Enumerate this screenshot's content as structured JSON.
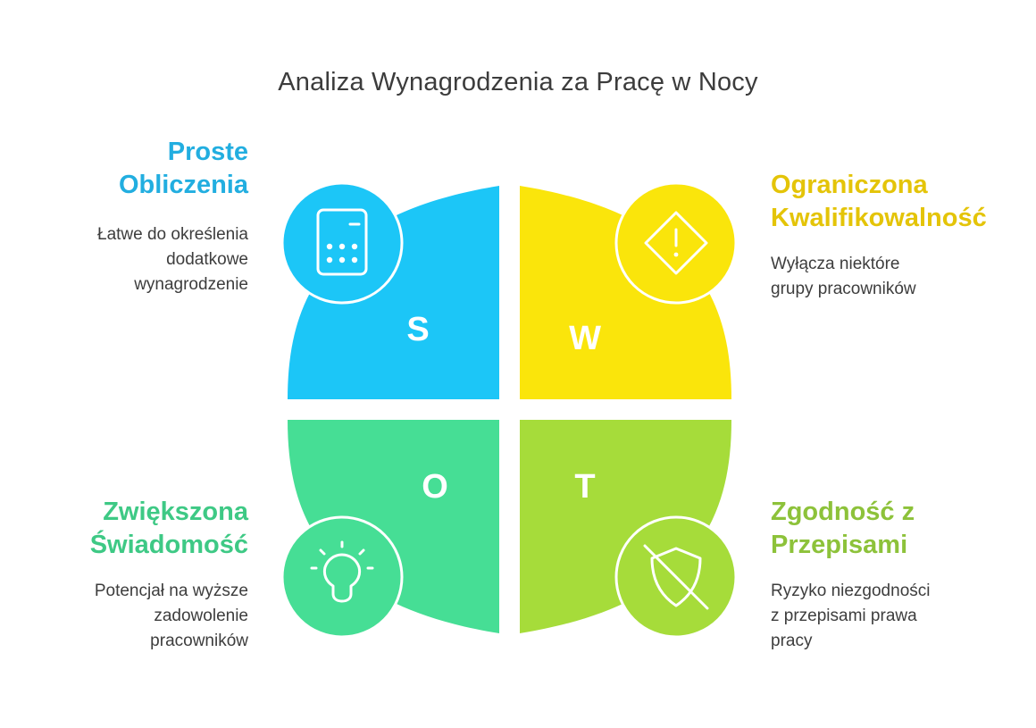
{
  "title": "Analiza Wynagrodzenia za Pracę w Nocy",
  "quadrants": {
    "s": {
      "letter": "S",
      "heading": [
        "Proste",
        "Obliczenia"
      ],
      "description": [
        "Łatwe do określenia",
        "dodatkowe",
        "wynagrodzenie"
      ],
      "color": "#1cc6f7",
      "icon": "calculator-icon"
    },
    "w": {
      "letter": "W",
      "heading": [
        "Ograniczona",
        "Kwalifikowalność"
      ],
      "description": [
        "Wyłącza niektóre",
        "grupy pracowników"
      ],
      "color": "#fae50b",
      "icon": "warning-diamond-icon"
    },
    "o": {
      "letter": "O",
      "heading": [
        "Zwiększona",
        "Świadomość"
      ],
      "description": [
        "Potencjał na wyższe",
        "zadowolenie",
        "pracowników"
      ],
      "color": "#46de95",
      "icon": "lightbulb-icon"
    },
    "t": {
      "letter": "T",
      "heading": [
        "Zgodność z",
        "Przepisami"
      ],
      "description": [
        "Ryzyko niezgodności",
        "z przepisami prawa",
        "pracy"
      ],
      "color": "#a6dc3a",
      "icon": "shield-off-icon"
    }
  }
}
